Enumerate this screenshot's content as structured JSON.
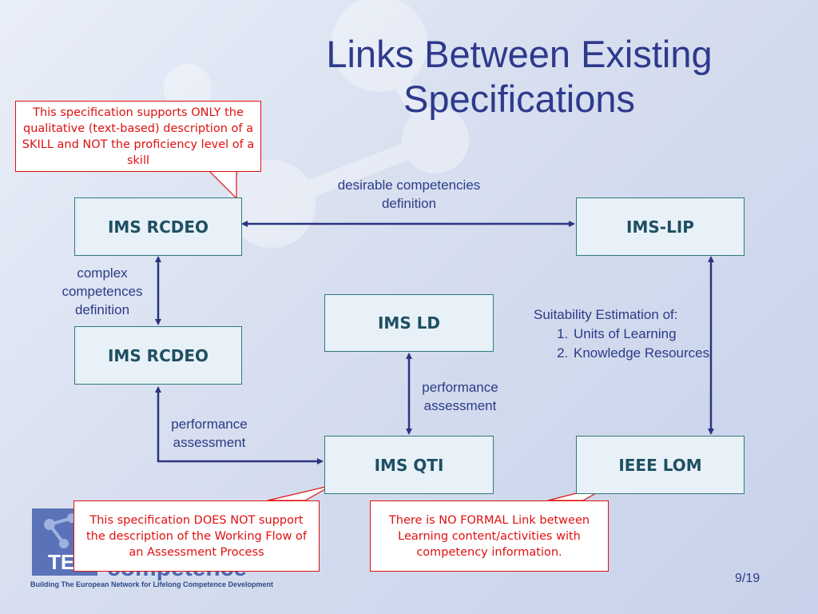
{
  "title": [
    "Links Between Existing",
    "Specifications"
  ],
  "boxes": {
    "rcdeo_top": "IMS RCDEO",
    "lip": "IMS-LIP",
    "rcdeo_mid": "IMS RCDEO",
    "ld": "IMS LD",
    "qti": "IMS QTI",
    "lom": "IEEE LOM"
  },
  "edge_labels": {
    "rcdeo_lip": [
      "desirable competencies",
      "definition"
    ],
    "rcdeo_rcdeo": [
      "complex",
      "competences",
      "definition"
    ],
    "rcdeo_qti": [
      "performance",
      "assessment"
    ],
    "ld_qti": [
      "performance",
      "assessment"
    ]
  },
  "suitability": {
    "heading": "Suitability Estimation of:",
    "items": [
      "Units of Learning",
      "Knowledge Resources"
    ]
  },
  "callouts": {
    "rcdeo": "This specification supports ONLY the qualitative (text-based) description of a SKILL and NOT the proficiency level of a skill",
    "qti": "This specification DOES NOT support the description of the Working Flow of an Assessment Process",
    "lom": "There is NO FORMAL Link between Learning content/activities with competency information."
  },
  "page_number": "9/19",
  "logo": {
    "letters": "TE",
    "word": "competence",
    "tagline": "Building The European Network for Lifelong Competence Development"
  },
  "colors": {
    "title": "#2e3a8c",
    "arrow": "#2a3580",
    "box_fill": "#e7f1f7",
    "box_border": "#2f7a7e",
    "callout": "#e01010"
  }
}
